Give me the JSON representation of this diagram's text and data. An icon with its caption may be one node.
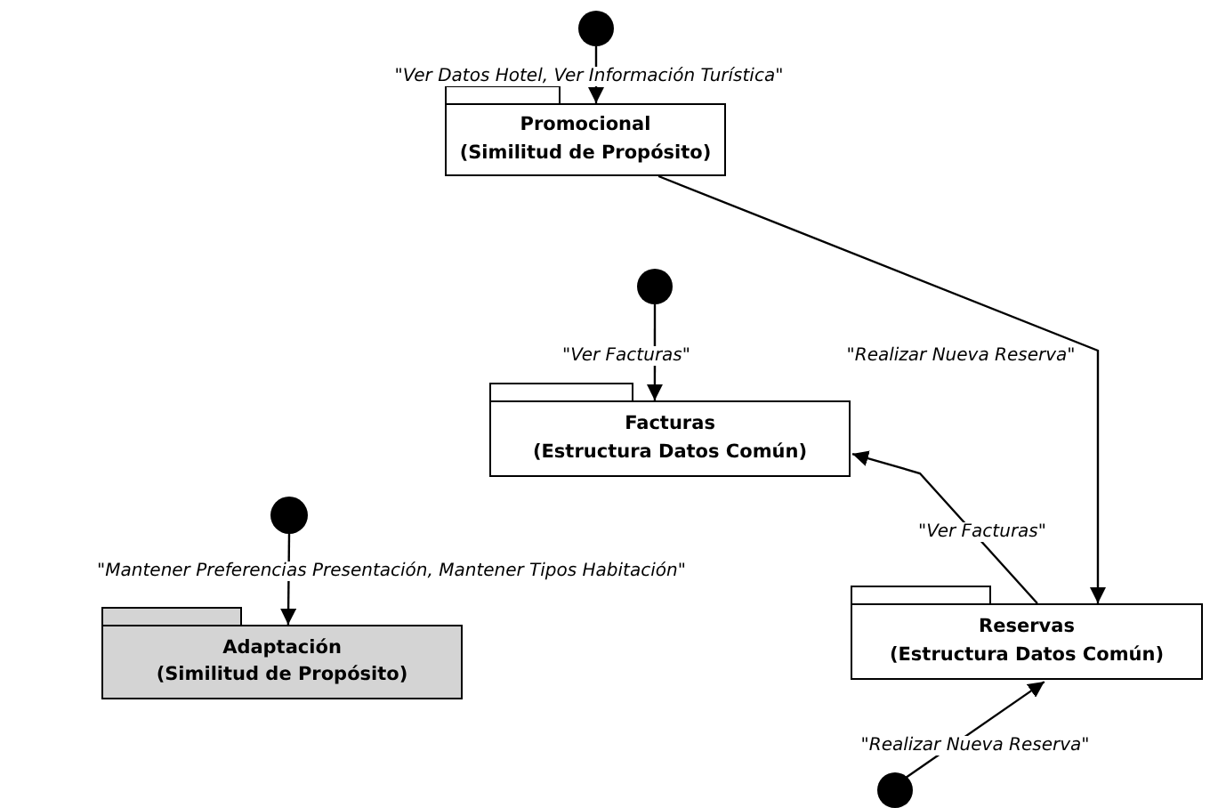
{
  "diagram": {
    "nodes": [
      {
        "text": [],
        "shape": "circle"
      },
      {
        "text": [
          "Promocional",
          "(Similitud de Propósito)"
        ]
      },
      {
        "text": [],
        "shape": "circle"
      },
      {
        "text": [
          "Facturas",
          "(Estructura Datos Común)"
        ]
      },
      {
        "text": [],
        "shape": "circle"
      },
      {
        "text": [
          "Adaptación",
          "(Similitud de Propósito)"
        ]
      },
      {
        "text": [
          "Reservas",
          "(Estructura Datos Común)"
        ]
      },
      {
        "text": [],
        "shape": "circle"
      }
    ],
    "edges": [
      {
        "from": 0,
        "to": 1,
        "arrow": "to",
        "label": "\"Ver Datos Hotel, Ver Información Turística\""
      },
      {
        "from": 1,
        "to": 6,
        "arrow": "to",
        "label": "\"Realizar Nueva Reserva\""
      },
      {
        "from": 2,
        "to": 3,
        "arrow": "to",
        "label": "\"Ver Facturas\""
      },
      {
        "from": 6,
        "to": 3,
        "arrow": "to",
        "label": "\"Ver Facturas\""
      },
      {
        "from": 4,
        "to": 5,
        "arrow": "to",
        "label": "\"Mantener Preferencias Presentación, Mantener Tipos Habitación\""
      },
      {
        "from": 7,
        "to": 6,
        "arrow": "to",
        "label": "\"Realizar Nueva Reserva\""
      }
    ]
  }
}
